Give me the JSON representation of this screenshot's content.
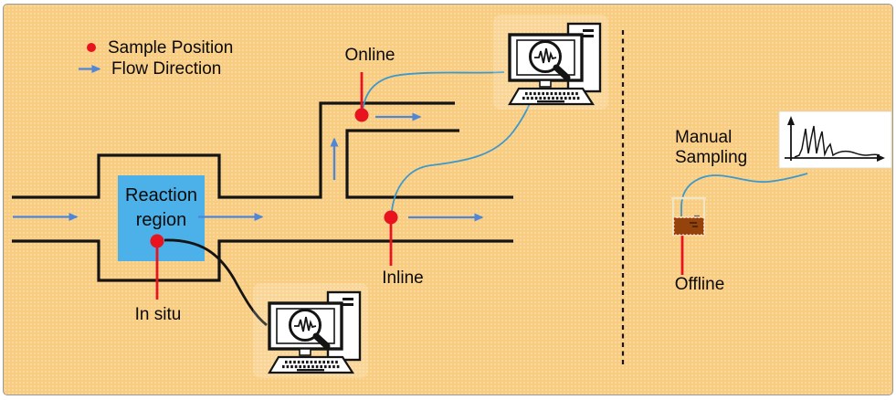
{
  "figure": {
    "type": "process-sampling-diagram",
    "background_color": "#f8cc81",
    "divider": "dashed-vertical-line"
  },
  "legend": {
    "sample_position_label": "Sample Position",
    "flow_direction_label": "Flow Direction"
  },
  "reactor": {
    "label": "Reaction region",
    "fill_color": "#4cb1e8"
  },
  "sample_points": {
    "in_situ_label": "In situ",
    "online_label": "Online",
    "inline_label": "Inline",
    "offline_label": "Offline"
  },
  "right_panel": {
    "manual_sampling_label": "Manual Sampling"
  },
  "icons": {
    "detector_computer": "monitor with magnifier over signal waveform, tower and keyboard",
    "beaker": "beaker with brown sample liquid",
    "chromatogram": "small plot with peaks on white card"
  },
  "colors": {
    "pipe": "#141414",
    "flow_arrow_blue": "#4f86d8",
    "transfer_tube_blue": "#3d98cc",
    "sample_red": "#e8131f",
    "reactor_blue": "#4cb1e8",
    "liquid_brown": "#93430b"
  }
}
